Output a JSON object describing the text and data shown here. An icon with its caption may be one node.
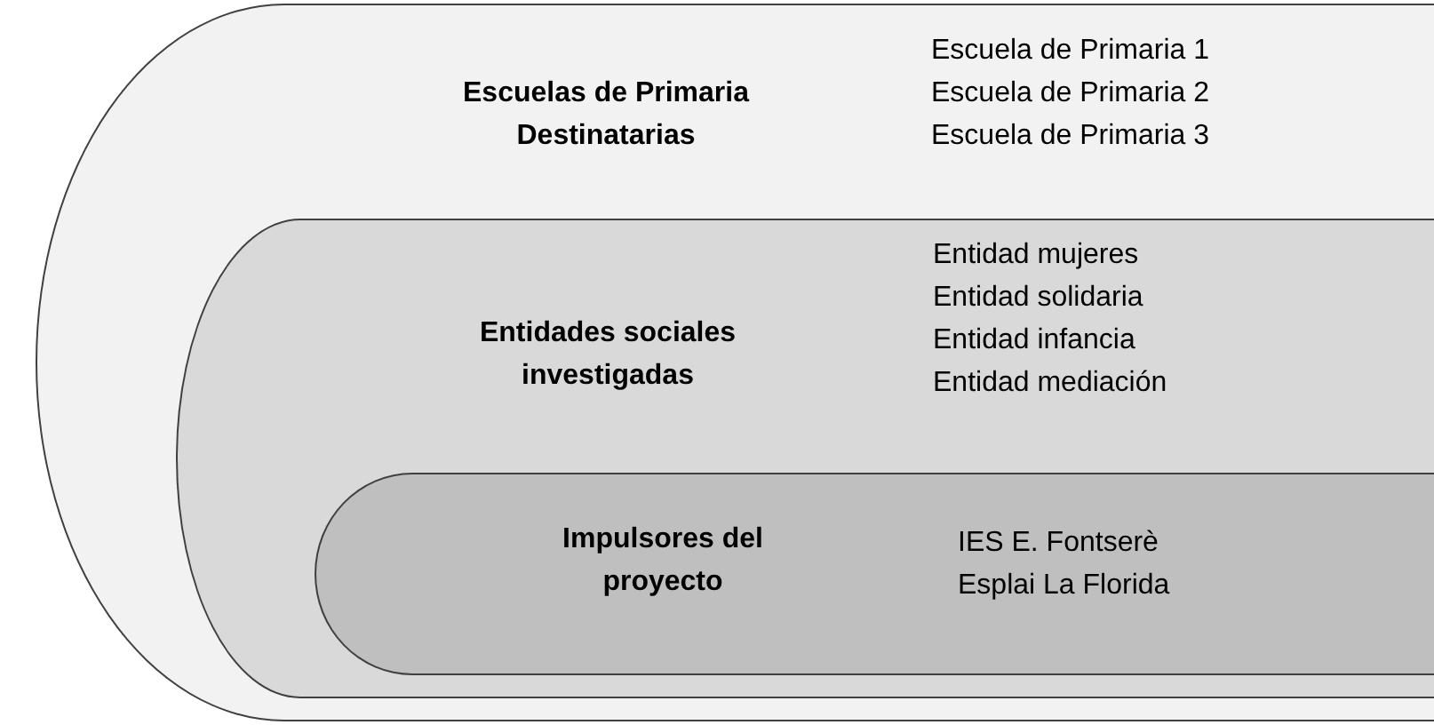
{
  "diagram": {
    "nodes": [
      {
        "text": [
          "Escuelas de Primaria Destinatarias",
          "Escuela de Primaria 1",
          "Escuela de Primaria 2",
          "Escuela de Primaria 3"
        ]
      },
      {
        "text": [
          "Entidades sociales investigadas",
          "Entidad mujeres",
          "Entidad solidaria",
          "Entidad infancia",
          "Entidad mediación"
        ],
        "in": 0
      },
      {
        "text": [
          "Impulsores del proyecto",
          "IES E. Fontserè",
          "Esplai La Florida"
        ],
        "in": 1
      }
    ]
  }
}
